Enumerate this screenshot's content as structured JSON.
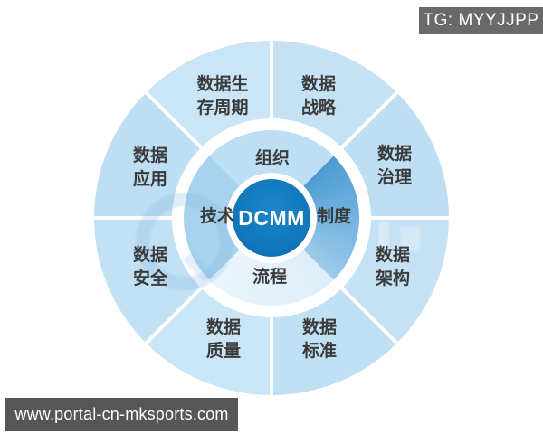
{
  "overlays": {
    "badge": {
      "label": "TG: MYYJJPP",
      "bg": "#67696b",
      "text_color": "#ffffff"
    },
    "url_bar": {
      "label": "www.portal-cn-mksports.com",
      "bg": "#545658",
      "text_color": "#ffffff"
    }
  },
  "diagram": {
    "title": "DCMM",
    "center": {
      "label": "DCMM",
      "bg": "#1278bd",
      "text_color": "#ffffff"
    },
    "inner_ring": [
      {
        "id": "organization",
        "label": "组织",
        "position": "top",
        "color": "#bedff3"
      },
      {
        "id": "institution",
        "label": "制度",
        "position": "right",
        "color_from": "#4b9bd2",
        "color_to": "#9ccbea"
      },
      {
        "id": "process",
        "label": "流程",
        "position": "bottom",
        "color": "#e4f2fb"
      },
      {
        "id": "technology",
        "label": "技术",
        "position": "left",
        "color": "#a7d3ee"
      }
    ],
    "outer_ring": [
      {
        "id": "data-lifecycle",
        "position": "top-left",
        "label_lines": [
          "数据生",
          "存周期"
        ]
      },
      {
        "id": "data-strategy",
        "position": "top-right",
        "label_lines": [
          "数据",
          "战略"
        ]
      },
      {
        "id": "data-governance",
        "position": "right-top",
        "label_lines": [
          "数据",
          "治理"
        ]
      },
      {
        "id": "data-architecture",
        "position": "right-bottom",
        "label_lines": [
          "数据",
          "架构"
        ]
      },
      {
        "id": "data-standards",
        "position": "bottom-right",
        "label_lines": [
          "数据",
          "标准"
        ]
      },
      {
        "id": "data-quality",
        "position": "bottom-left",
        "label_lines": [
          "数据",
          "质量"
        ]
      },
      {
        "id": "data-security",
        "position": "left-bottom",
        "label_lines": [
          "数据",
          "安全"
        ]
      },
      {
        "id": "data-application",
        "position": "left-top",
        "label_lines": [
          "数据",
          "应用"
        ]
      }
    ],
    "colors": {
      "outer_ring": "#c5e2f4",
      "divider": "#ffffff",
      "label_text": "#3b3b3b",
      "background": "#ffffff"
    }
  }
}
